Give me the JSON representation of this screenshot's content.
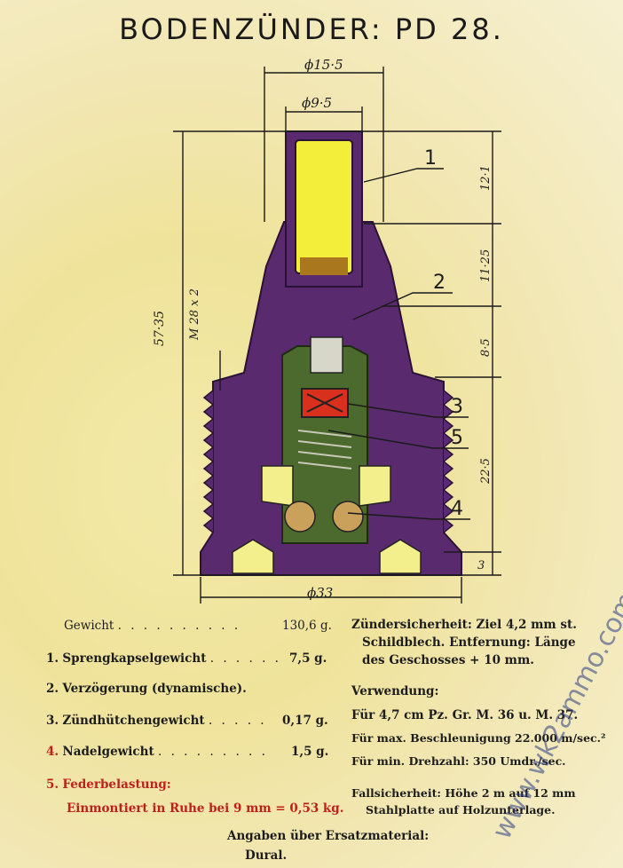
{
  "title": "BODENZÜNDER: PD 28.",
  "dimensions": {
    "d_top": "ϕ15·5",
    "d_inner": "ϕ9·5",
    "d_base": "ϕ33",
    "h_total": "57·35",
    "thread": "M 28 x 2",
    "h1": "12·1",
    "h2": "11·25",
    "h3": "8·5",
    "h4": "22·5",
    "h5": "3"
  },
  "callouts": [
    "1",
    "2",
    "3",
    "5",
    "4"
  ],
  "specs_left": [
    {
      "num": "",
      "label": "Gewicht",
      "dots": ". . . . . . . . . .",
      "value": "130,6 g."
    },
    {
      "num": "1.",
      "label": "Sprengkapselgewicht",
      "dots": ". . . . . .",
      "value": "7,5 g."
    },
    {
      "num": "2.",
      "label": "Verzögerung (dynamische).",
      "dots": "",
      "value": ""
    },
    {
      "num": "3.",
      "label": "Zündhütchengewicht",
      "dots": ". . . . .",
      "value": "0,17 g."
    },
    {
      "num": "4.",
      "label": "Nadelgewicht",
      "dots": ". . . . . . . . .",
      "value": "1,5 g."
    },
    {
      "num": "5.",
      "label": "Federbelastung:",
      "dots": "",
      "value": ""
    }
  ],
  "spec5_detail": "Einmontiert in Ruhe bei 9 mm = 0,53 kg.",
  "specs_right": {
    "zs_label": "Zündersicherheit:",
    "zs_text1": "Ziel 4,2 mm st.",
    "zs_text2": "Schildblech. Entfernung: Länge",
    "zs_text3": "des Geschosses + 10 mm.",
    "verwendung": "Verwendung:",
    "v1": "Für 4,7 cm Pz. Gr. M. 36 u. M. 37.",
    "v2": "Für max. Beschleunigung 22.000 m/sec.²",
    "v3": "Für min. Drehzahl: 350 Umdr./sec.",
    "fall1": "Fallsicherheit: Höhe 2 m auf 12 mm",
    "fall2": "Stahlplatte auf Holzunterlage."
  },
  "ersatz_label": "Angaben über Ersatzmaterial:",
  "ersatz_value": "Dural.",
  "watermark": "www.wk2ammo.com",
  "colors": {
    "purple": "#5a2a6e",
    "green": "#4c6a2e",
    "yellow_cap": "#f2ee3a",
    "primer_red": "#d8301c",
    "dim_line": "#1a1a1a"
  }
}
